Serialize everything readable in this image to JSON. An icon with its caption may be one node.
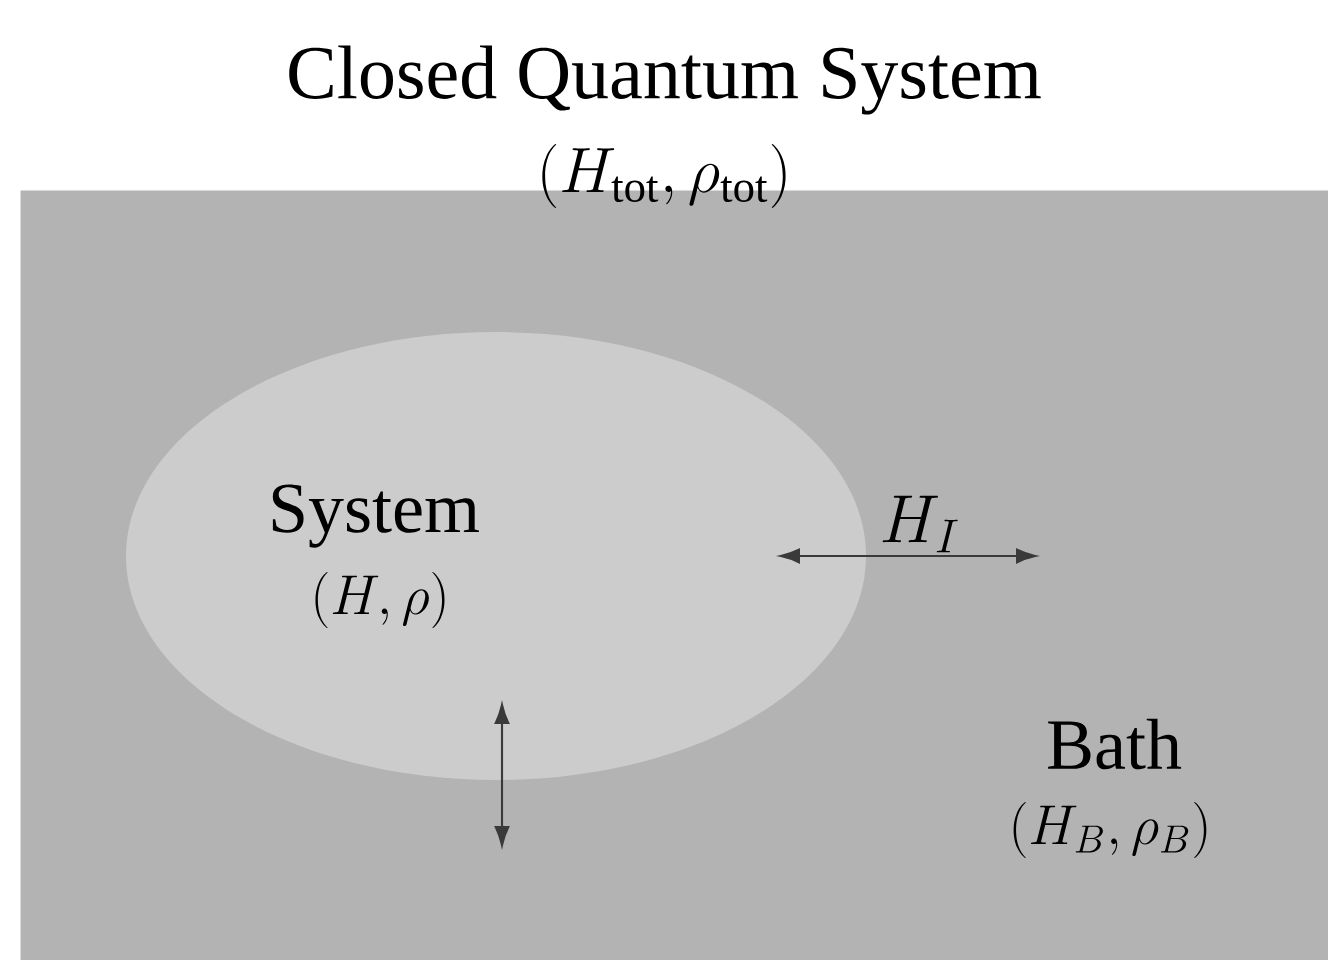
{
  "diagram": {
    "title": "Closed Quantum System",
    "nodes": [
      {
        "text": [
          "Bath",
          "(H_B, \\rho_B)"
        ]
      },
      {
        "text": [
          "System",
          "(H, \\rho)"
        ],
        "in": 0
      }
    ],
    "labels": [
      "(H_{\\mathrm{tot}}, \\rho_{\\mathrm{tot}})",
      "H_I"
    ]
  }
}
